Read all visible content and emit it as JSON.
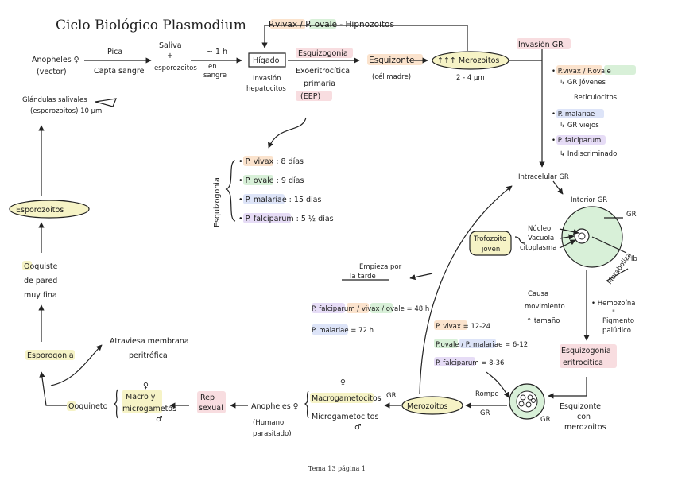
{
  "title": "Ciclo Biológico Plasmodium",
  "footer": "Tema 13 página 1",
  "labels": {
    "anopheles_f": "Anopheles ♀",
    "vector": "(vector)",
    "pica": "Pica",
    "capta_sangre": "Capta sangre",
    "saliva": "Saliva",
    "plus": "+",
    "esporozoitos_small": "esporozoitos",
    "one_h": "~ 1 h",
    "en_sangre1": "en",
    "en_sangre2": "sangre",
    "higado": "Hígado",
    "invasion_hepatocitos1": "Invasión",
    "invasion_hepatocitos2": "hepatocitos",
    "esquizogonia": "Esquizogonia",
    "exoeritrocitica": "Exoeritrocítica",
    "primaria": "primaria",
    "eep": "(EEP)",
    "esquizonte": "Esquizonte",
    "cel_madre": "(cél madre)",
    "merozoitos_top": "↑↑↑ Merozoitos",
    "size": "2 - 4 µm",
    "hipnozoitos": "P.vivax / P. ovale - Hipnozoitos",
    "glandulas1": "Glándulas salivales",
    "glandulas2": "(esporozoitos) 10 µm",
    "esporozoitos_box": "Esporozoitos",
    "ooquiste1": "Ooquiste",
    "ooquiste2": "de pared",
    "ooquiste3": "muy fina",
    "esporogonia": "Esporogonia",
    "atraviesa1": "Atraviesa membrana",
    "atraviesa2": "peritrófica",
    "ooquineto": "Ooquineto",
    "macro1": "Macro y",
    "macro2": "microgametos",
    "female_sym": "♀",
    "male_sym": "♂",
    "rep_sexual1": "Rep",
    "rep_sexual2": "sexual",
    "anopheles2": "Anopheles ♀",
    "humano1": "(Humano",
    "humano2": "parasitado)",
    "macrogametocitos": "Macrogametocitos",
    "microgametocitos": "Microgametocitos",
    "gr_small1": "GR",
    "merozoitos_bottom": "Merozoitos",
    "rompe": "Rompe",
    "gr_small2": "GR",
    "gr_small3": "GR",
    "esquizonte_con1": "Esquizonte",
    "esquizonte_con2": "con",
    "esquizonte_con3": "merozoitos",
    "esquizogonia_eri1": "Esquizogonia",
    "esquizogonia_eri2": "eritrocítica",
    "esquizogonia_v": "Esquizogonia",
    "vivax_8": "• P. vivax : 8 días",
    "ovale_9": "• P. ovale : 9 días",
    "malariae_15": "• P. malariae : 15 días",
    "falciparum_5": "• P. falciparum : 5 ½ días",
    "invasion_gr": "Invasión GR",
    "inv_vivax": "• P.vivax / P.ovale",
    "inv_vivax2": "↳ GR jóvenes",
    "inv_vivax3": "Reticulocitos",
    "inv_malariae": "• P. malariae",
    "inv_malariae2": "↳ GR viejos",
    "inv_falciparum": "• P. falciparum",
    "inv_falciparum2": "↳ Indiscriminado",
    "intracelular": "Intracelular GR",
    "interior": "Interior GR",
    "gr_label": "GR",
    "hb": "Hb",
    "metaboliza": "Metaboliza",
    "trofozoito1": "Trofozoito",
    "trofozoito2": "joven",
    "nucleo": "Núcleo",
    "vacuola": "Vacuola",
    "citoplasma": "citoplasma",
    "causa1": "Causa",
    "causa2": "movimiento",
    "causa3": "↑ tamaño",
    "hemozoina1": "• Hemozoína",
    "hemozoina2": "\"",
    "hemozoina3": "Pigmento",
    "hemozoina4": "palúdico",
    "empieza1": "Empieza por",
    "empieza2": "la tarde",
    "fal_48": "P. falciparum / vivax / ovale = 48 h",
    "mal_72": "P. malariae = 72 h",
    "pv_12": "P. vivax = 12-24",
    "po_6": "P.ovale / P. malariae = 6-12",
    "pf_8": "P. falciparum = 8-36"
  }
}
